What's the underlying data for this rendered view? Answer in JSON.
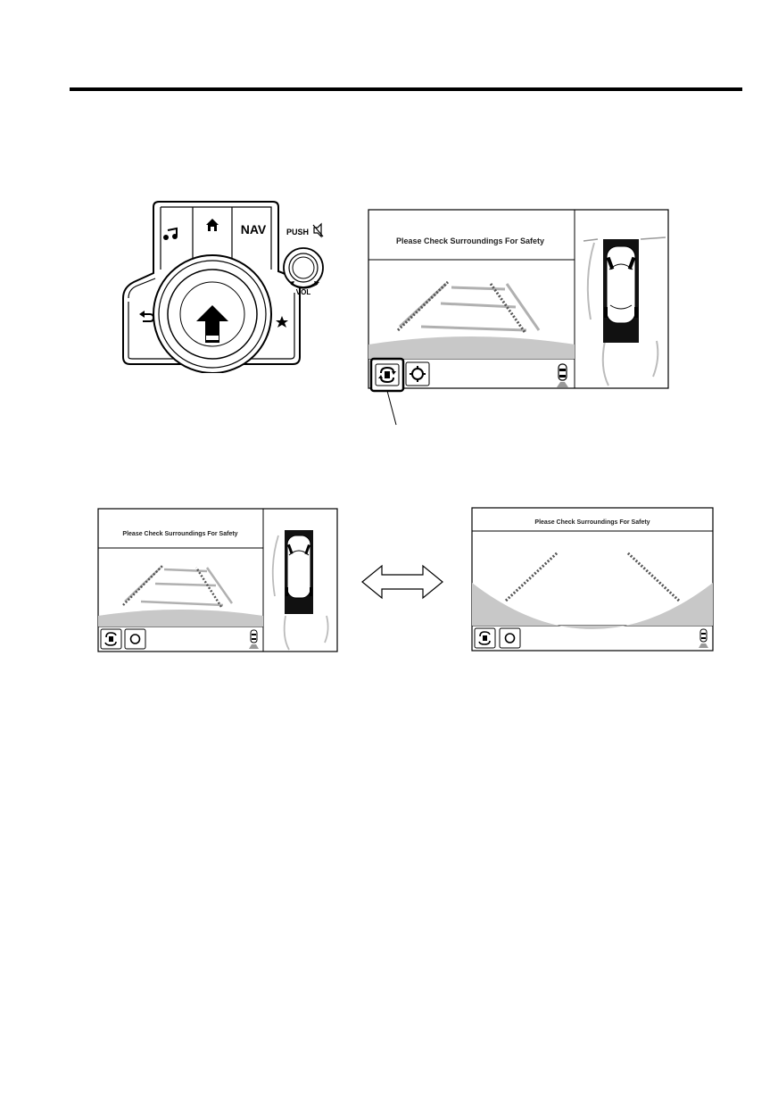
{
  "controller": {
    "music_icon": "music-note-icon",
    "home_icon": "home-icon",
    "nav_label": "NAV",
    "push_label": "PUSH",
    "mute_icon": "mute-icon",
    "vol_label": "VOL",
    "back_icon": "back-icon",
    "favorite_icon": "star-icon",
    "push_arrow_icon": "arrow-up-icon"
  },
  "screen_main": {
    "message": "Please Check Surroundings For Safety",
    "view_switch_icon": "view-switch-icon",
    "settings_icon": "gear-icon",
    "car_status_icon": "car-sensor-icon"
  },
  "screen_small_left": {
    "message": "Please Check Surroundings For Safety"
  },
  "screen_small_right": {
    "message": "Please Check Surroundings For Safety"
  },
  "swap_icon": "double-arrow-icon"
}
